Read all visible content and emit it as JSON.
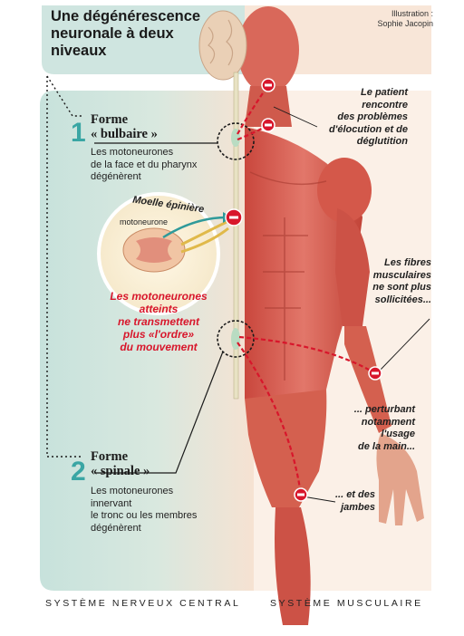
{
  "title": "Une dégénérescence neuronale à deux niveaux",
  "credit": {
    "line1": "Illustration :",
    "line2": "Sophie Jacopin"
  },
  "bulbar": {
    "number": "1",
    "title_line1": "Forme",
    "title_line2": "« bulbaire »",
    "desc_line1": "Les motoneurones",
    "desc_line2": "de la face et du pharynx",
    "desc_line3": "dégénèrent"
  },
  "spinal": {
    "number": "2",
    "title_line1": "Forme",
    "title_line2": "« spinale »",
    "desc_line1": "Les motoneurones",
    "desc_line2": "innervant",
    "desc_line3": "le tronc ou les membres",
    "desc_line4": "dégénèrent"
  },
  "zoom": {
    "caption": "Moelle épinière",
    "label": "motoneurone",
    "message_line1": "Les motoneurones",
    "message_line2": "atteints",
    "message_line3": "ne transmettent",
    "message_line4": "plus «l'ordre»",
    "message_line5": "du mouvement"
  },
  "notes": {
    "speech_line1": "Le patient",
    "speech_line2": "rencontre",
    "speech_line3": "des problèmes",
    "speech_line4": "d'élocution et de",
    "speech_line5": "déglutition",
    "fibers_line1": "Les fibres",
    "fibers_line2": "musculaires",
    "fibers_line3": "ne sont plus",
    "fibers_line4": "sollicitées...",
    "hand_line1": "... perturbant",
    "hand_line2": "notamment",
    "hand_line3": "l'usage",
    "hand_line4": "de la main...",
    "legs_line1": "... et des",
    "legs_line2": "jambes"
  },
  "footer": {
    "left": "SYSTÈME NERVEUX CENTRAL",
    "right": "SYSTÈME MUSCULAIRE"
  },
  "colors": {
    "teal_panel": "#cfe5e0",
    "peach_panel": "#f7e3d3",
    "muscle": "#d65c4f",
    "muscle_dark": "#b23f35",
    "accent_red": "#d8162b",
    "teal_text": "#3aa6a4"
  }
}
